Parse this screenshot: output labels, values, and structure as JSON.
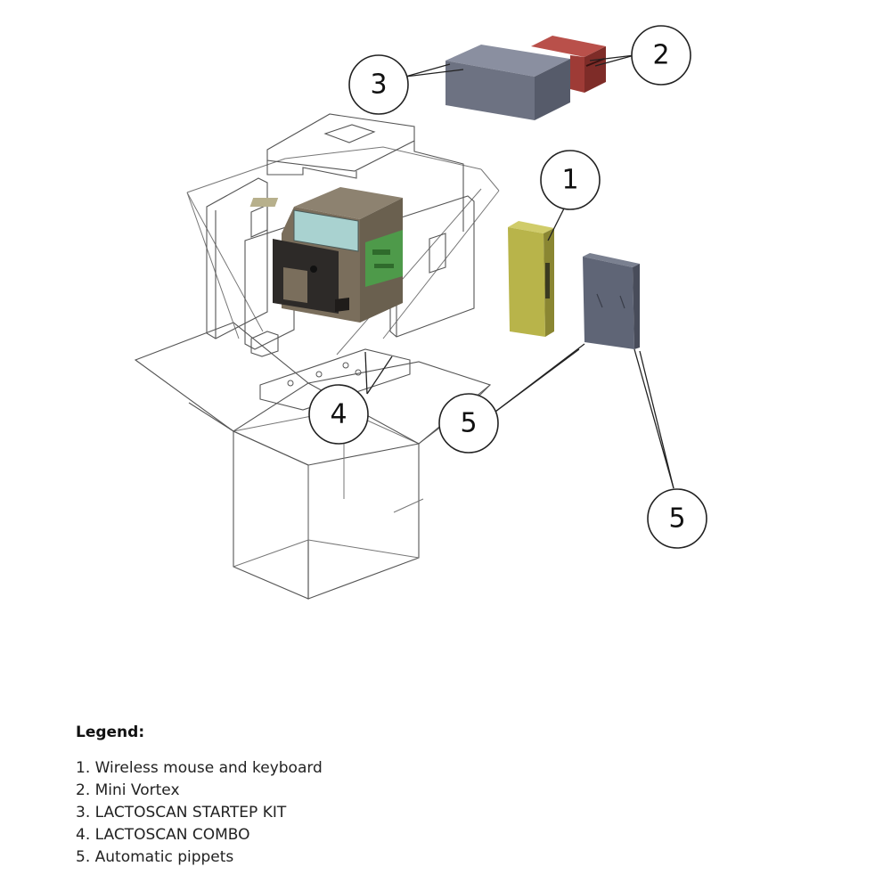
{
  "callouts": {
    "c1": "1",
    "c2": "2",
    "c3": "3",
    "c4": "4",
    "c5a": "5",
    "c5b": "5"
  },
  "legend": {
    "title": "Legend:",
    "items": [
      "1. Wireless mouse and keyboard",
      "2. Mini Vortex",
      "3. LACTOSCAN STARTEP KIT",
      "4. LACTOSCAN COMBO",
      "5. Automatic pippets"
    ]
  },
  "colors": {
    "starter_kit_box": "#6d7282",
    "mini_vortex_box": "#9e3b36",
    "mouse_keyboard_box": "#b8b44a",
    "pipettes_box": "#5f6576",
    "analyzer_body": "#7a6e5c",
    "analyzer_screen": "#a9d2d0",
    "analyzer_board": "#4e9a4a"
  }
}
